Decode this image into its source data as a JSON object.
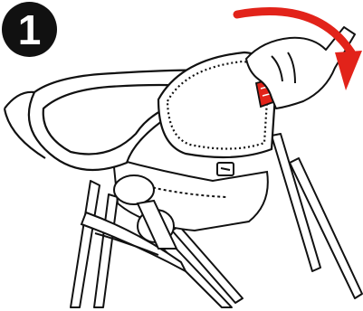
{
  "step": {
    "number": "1"
  },
  "colors": {
    "arrow": "#e2231a",
    "handle_accent": "#e2231a",
    "line_art": "#111111",
    "background": "#ffffff"
  },
  "icons": [
    "step-number-badge",
    "rotate-arrow-icon",
    "hand-icon",
    "high-chair-illustration"
  ]
}
